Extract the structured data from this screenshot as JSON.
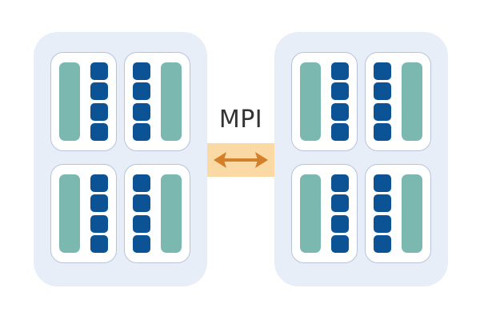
{
  "diagram": {
    "title": "MPI two-node distributed memory diagram",
    "link": {
      "label": "MPI",
      "arrow_icon": "double-arrow-horizontal-icon",
      "band_color": "#fbd9a5",
      "arrow_color": "#d2802a",
      "label_color": "#333333"
    },
    "colors": {
      "node_background": "#e8eef8",
      "socket_background": "#ffffff",
      "socket_border": "#b8c4dc",
      "memory_bar": "#7ab8b0",
      "core": "#0b5394",
      "page_background": "#ffffff"
    },
    "structure": {
      "node_count": 2,
      "sockets_per_node": 4,
      "cores_per_socket": 4,
      "memory_bars_per_socket": 1
    },
    "nodes": [
      {
        "name": "node-left",
        "sockets": [
          {
            "name": "socket-0",
            "layout": "memory-left",
            "cores": 4
          },
          {
            "name": "socket-1",
            "layout": "memory-right",
            "cores": 4
          },
          {
            "name": "socket-2",
            "layout": "memory-left",
            "cores": 4
          },
          {
            "name": "socket-3",
            "layout": "memory-right",
            "cores": 4
          }
        ]
      },
      {
        "name": "node-right",
        "sockets": [
          {
            "name": "socket-0",
            "layout": "memory-left",
            "cores": 4
          },
          {
            "name": "socket-1",
            "layout": "memory-right",
            "cores": 4
          },
          {
            "name": "socket-2",
            "layout": "memory-left",
            "cores": 4
          },
          {
            "name": "socket-3",
            "layout": "memory-right",
            "cores": 4
          }
        ]
      }
    ]
  }
}
